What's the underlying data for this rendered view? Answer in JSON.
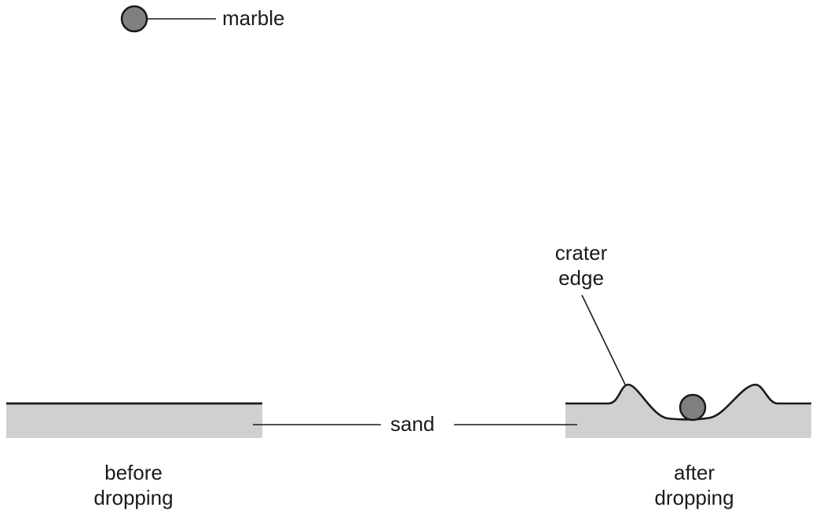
{
  "labels": {
    "marble": "marble",
    "crater_edge_line1": "crater",
    "crater_edge_line2": "edge",
    "sand": "sand",
    "before_line1": "before",
    "before_line2": "dropping",
    "after_line1": "after",
    "after_line2": "dropping"
  },
  "colors": {
    "sand_fill": "#d0d0d0",
    "marble_fill": "#808080",
    "line": "#1a1a1a"
  }
}
